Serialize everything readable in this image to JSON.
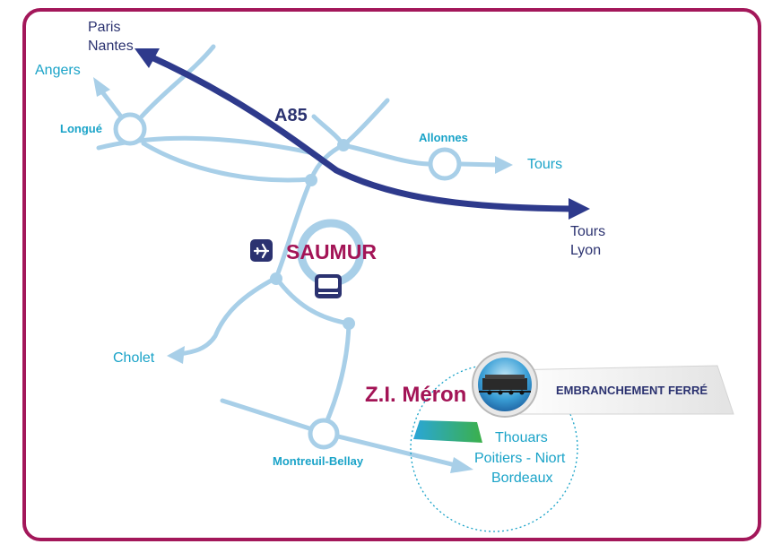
{
  "colors": {
    "frame": "#a3175a",
    "road": "#a8cfe8",
    "motorway": "#2e3a8c",
    "label_blue": "#1aa3c8",
    "label_navy": "#2b3270",
    "city": "#a31456"
  },
  "labels": {
    "paris_nantes": [
      "Paris",
      "Nantes"
    ],
    "angers": "Angers",
    "longue": "Longué",
    "a85": "A85",
    "allonnes": "Allonnes",
    "tours_east": "Tours",
    "tours_lyon": [
      "Tours",
      "Lyon"
    ],
    "saumur": "SAUMUR",
    "ter": "TER",
    "cholet": "Cholet",
    "zi_meron": "Z.I. Méron",
    "embranchement": "EMBRANCHEMENT FERRÉ",
    "thouars": "Thouars",
    "poitiers_niort": "Poitiers - Niort",
    "bordeaux": "Bordeaux",
    "montreuil_bellay": "Montreuil-Bellay"
  },
  "icons": [
    "airport-icon",
    "ter-train-icon",
    "freight-train-icon"
  ]
}
